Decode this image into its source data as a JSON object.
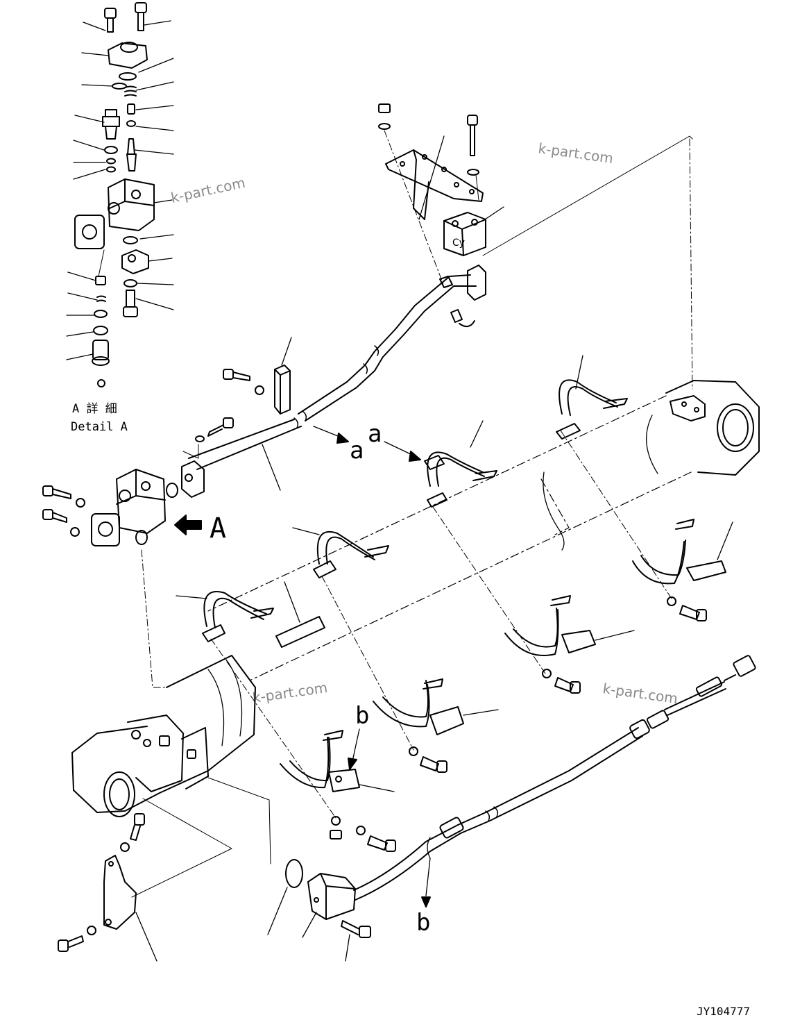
{
  "diagram": {
    "detail_title_jp": "A 詳 細",
    "detail_title_en": "Detail A",
    "view_arrow_label": "A",
    "cut_labels": [
      "a",
      "a",
      "b",
      "b"
    ],
    "watermark": "k-part.com",
    "drawing_number": "JY104777"
  },
  "colors": {
    "line": "#000000",
    "watermark": "#8a8a8a",
    "background": "#ffffff"
  }
}
